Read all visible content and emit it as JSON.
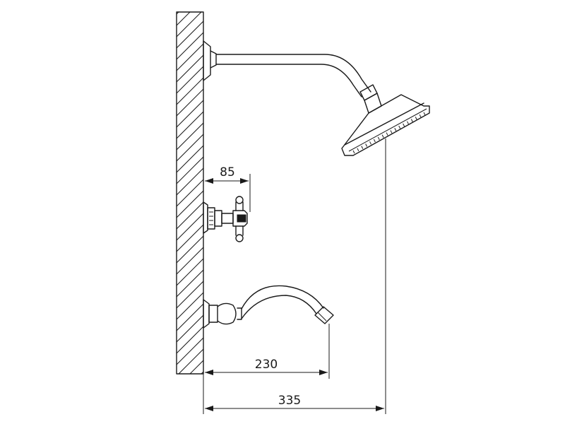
{
  "dimensions": {
    "handle_depth": "85",
    "spout_projection": "230",
    "shower_projection": "335"
  }
}
